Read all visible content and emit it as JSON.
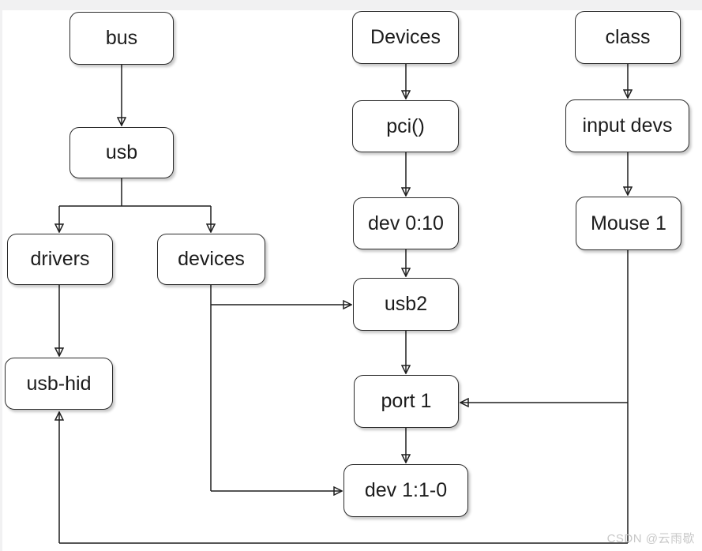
{
  "diagram": {
    "nodes": {
      "bus": {
        "label": "bus"
      },
      "usb": {
        "label": "usb"
      },
      "drivers": {
        "label": "drivers"
      },
      "devices": {
        "label": "devices"
      },
      "usb_hid": {
        "label": "usb-hid"
      },
      "devices_root": {
        "label": "Devices"
      },
      "pci": {
        "label": "pci()"
      },
      "dev_0_10": {
        "label": "dev 0:10"
      },
      "usb2": {
        "label": "usb2"
      },
      "port_1": {
        "label": "port 1"
      },
      "dev_1_1_0": {
        "label": "dev 1:1-0"
      },
      "class": {
        "label": "class"
      },
      "input_devs": {
        "label": "input devs"
      },
      "mouse_1": {
        "label": "Mouse 1"
      }
    },
    "edges": [
      {
        "from": "bus",
        "to": "usb"
      },
      {
        "from": "usb",
        "to": "drivers"
      },
      {
        "from": "usb",
        "to": "devices"
      },
      {
        "from": "drivers",
        "to": "usb-hid"
      },
      {
        "from": "devices",
        "to": "usb2"
      },
      {
        "from": "devices",
        "to": "dev 1:1-0"
      },
      {
        "from": "Devices",
        "to": "pci()"
      },
      {
        "from": "pci()",
        "to": "dev 0:10"
      },
      {
        "from": "dev 0:10",
        "to": "usb2"
      },
      {
        "from": "usb2",
        "to": "port 1"
      },
      {
        "from": "port 1",
        "to": "dev 1:1-0"
      },
      {
        "from": "class",
        "to": "input devs"
      },
      {
        "from": "input devs",
        "to": "Mouse 1"
      },
      {
        "from": "Mouse 1",
        "to": "port 1"
      },
      {
        "from": "Mouse 1",
        "to": "usb-hid"
      }
    ],
    "colors": {
      "box_fill": "#ffffff",
      "box_border": "#2b2b2b",
      "line": "#1f1f1f",
      "page_edge": "#f1f1f2"
    }
  },
  "watermark": {
    "text": "CSDN @云雨歇",
    "color": "#c8c8c8"
  }
}
